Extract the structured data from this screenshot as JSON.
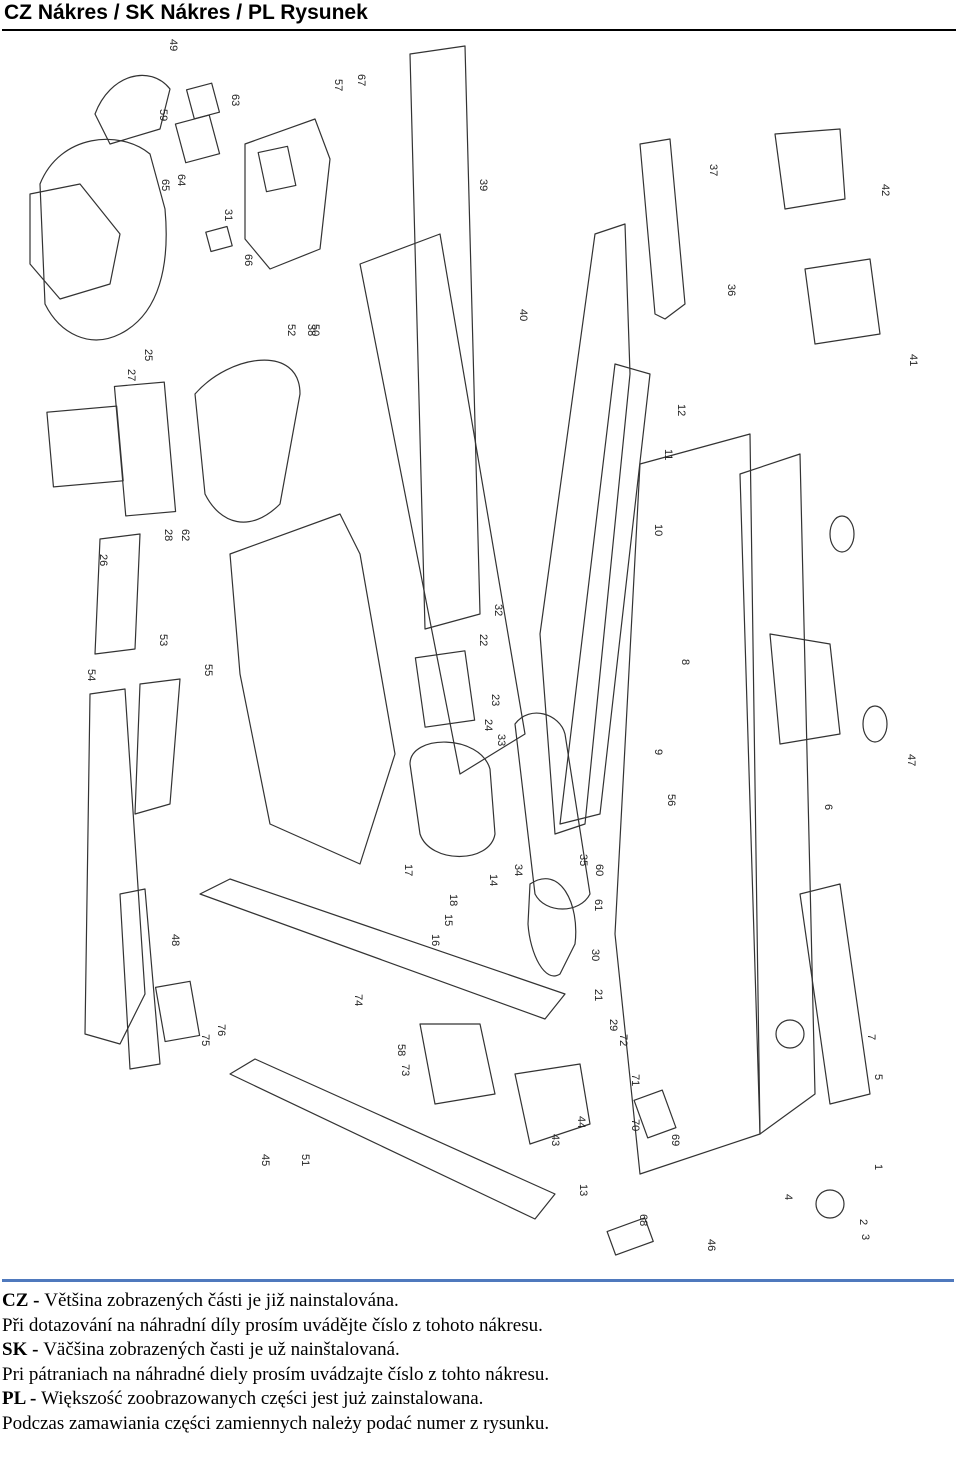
{
  "header": {
    "title": "CZ Nákres / SK Nákres / PL Rysunek"
  },
  "drawing": {
    "part_numbers": [
      "1",
      "2",
      "3",
      "4",
      "5",
      "6",
      "7",
      "8",
      "9",
      "10",
      "11",
      "12",
      "13",
      "14",
      "15",
      "16",
      "17",
      "18",
      "21",
      "22",
      "23",
      "24",
      "25",
      "26",
      "27",
      "28",
      "29",
      "30",
      "31",
      "32",
      "33",
      "34",
      "35",
      "36",
      "37",
      "38",
      "39",
      "40",
      "41",
      "42",
      "43",
      "44",
      "45",
      "46",
      "47",
      "48",
      "49",
      "50",
      "51",
      "52",
      "53",
      "54",
      "55",
      "56",
      "57",
      "58",
      "59",
      "60",
      "61",
      "62",
      "63",
      "64",
      "65",
      "66",
      "67",
      "68",
      "69",
      "70",
      "71",
      "72",
      "73",
      "74",
      "75",
      "76"
    ]
  },
  "notes": {
    "cz": {
      "lang": "CZ - ",
      "line1": "Většina zobrazených části je již nainstalována.",
      "line2": "Při dotazování na náhradní díly prosím uvádějte číslo z tohoto nákresu."
    },
    "sk": {
      "lang": "SK - ",
      "line1": "Väčšina zobrazených časti je už nainštalovaná.",
      "line2": "Pri pátraniach na náhradné diely prosím uvádzajte číslo z tohto nákresu."
    },
    "pl": {
      "lang": "PL - ",
      "line1": "Większość zoobrazowanych części jest już zainstalowana.",
      "line2": "Podczas zamawiania części zamiennych należy podać numer z rysunku."
    }
  }
}
